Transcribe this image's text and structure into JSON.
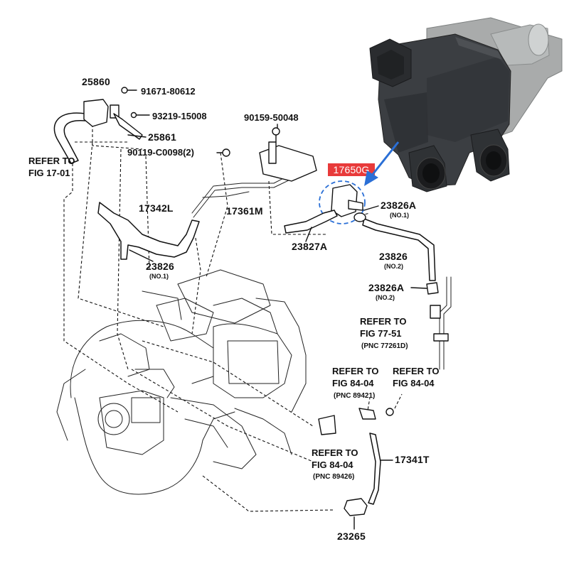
{
  "highlight": {
    "part_number": "17650G",
    "badge_color": "#e83a3a",
    "arrow_color": "#2a6fd6",
    "circle_color": "#2a6fd6"
  },
  "labels": {
    "p25860": "25860",
    "p91671": "91671-80612",
    "p93219": "93219-15008",
    "p25861": "25861",
    "p90159": "90159-50048",
    "p90119": "90119-C0098(2)",
    "p17342L": "17342L",
    "p17361M": "17361M",
    "p23826A_1": "23826A",
    "p23826A_1_sub": "(NO.1)",
    "p23827A": "23827A",
    "p23826_1": "23826",
    "p23826_1_sub": "(NO.1)",
    "p23826_2": "23826",
    "p23826_2_sub": "(NO.2)",
    "p23826A_2": "23826A",
    "p23826A_2_sub": "(NO.2)",
    "p17341T": "17341T",
    "p23265": "23265"
  },
  "refs": {
    "fig17_01": {
      "line1": "REFER TO",
      "line2": "FIG 17-01"
    },
    "fig77_51": {
      "line1": "REFER TO",
      "line2": "FIG 77-51",
      "pnc": "(PNC 77261D)"
    },
    "fig84_04_a": {
      "line1": "REFER TO",
      "line2": "FIG 84-04",
      "pnc": "(PNC 89421)"
    },
    "fig84_04_b": {
      "line1": "REFER TO",
      "line2": "FIG 84-04"
    },
    "fig84_04_c": {
      "line1": "REFER TO",
      "line2": "FIG 84-04",
      "pnc": "(PNC 89426)"
    }
  },
  "photo": {
    "body_color": "#3b3e42",
    "body_shade": "#2a2c2f",
    "flange_color": "#a9abab",
    "pipe_color": "#b4b7b7"
  }
}
